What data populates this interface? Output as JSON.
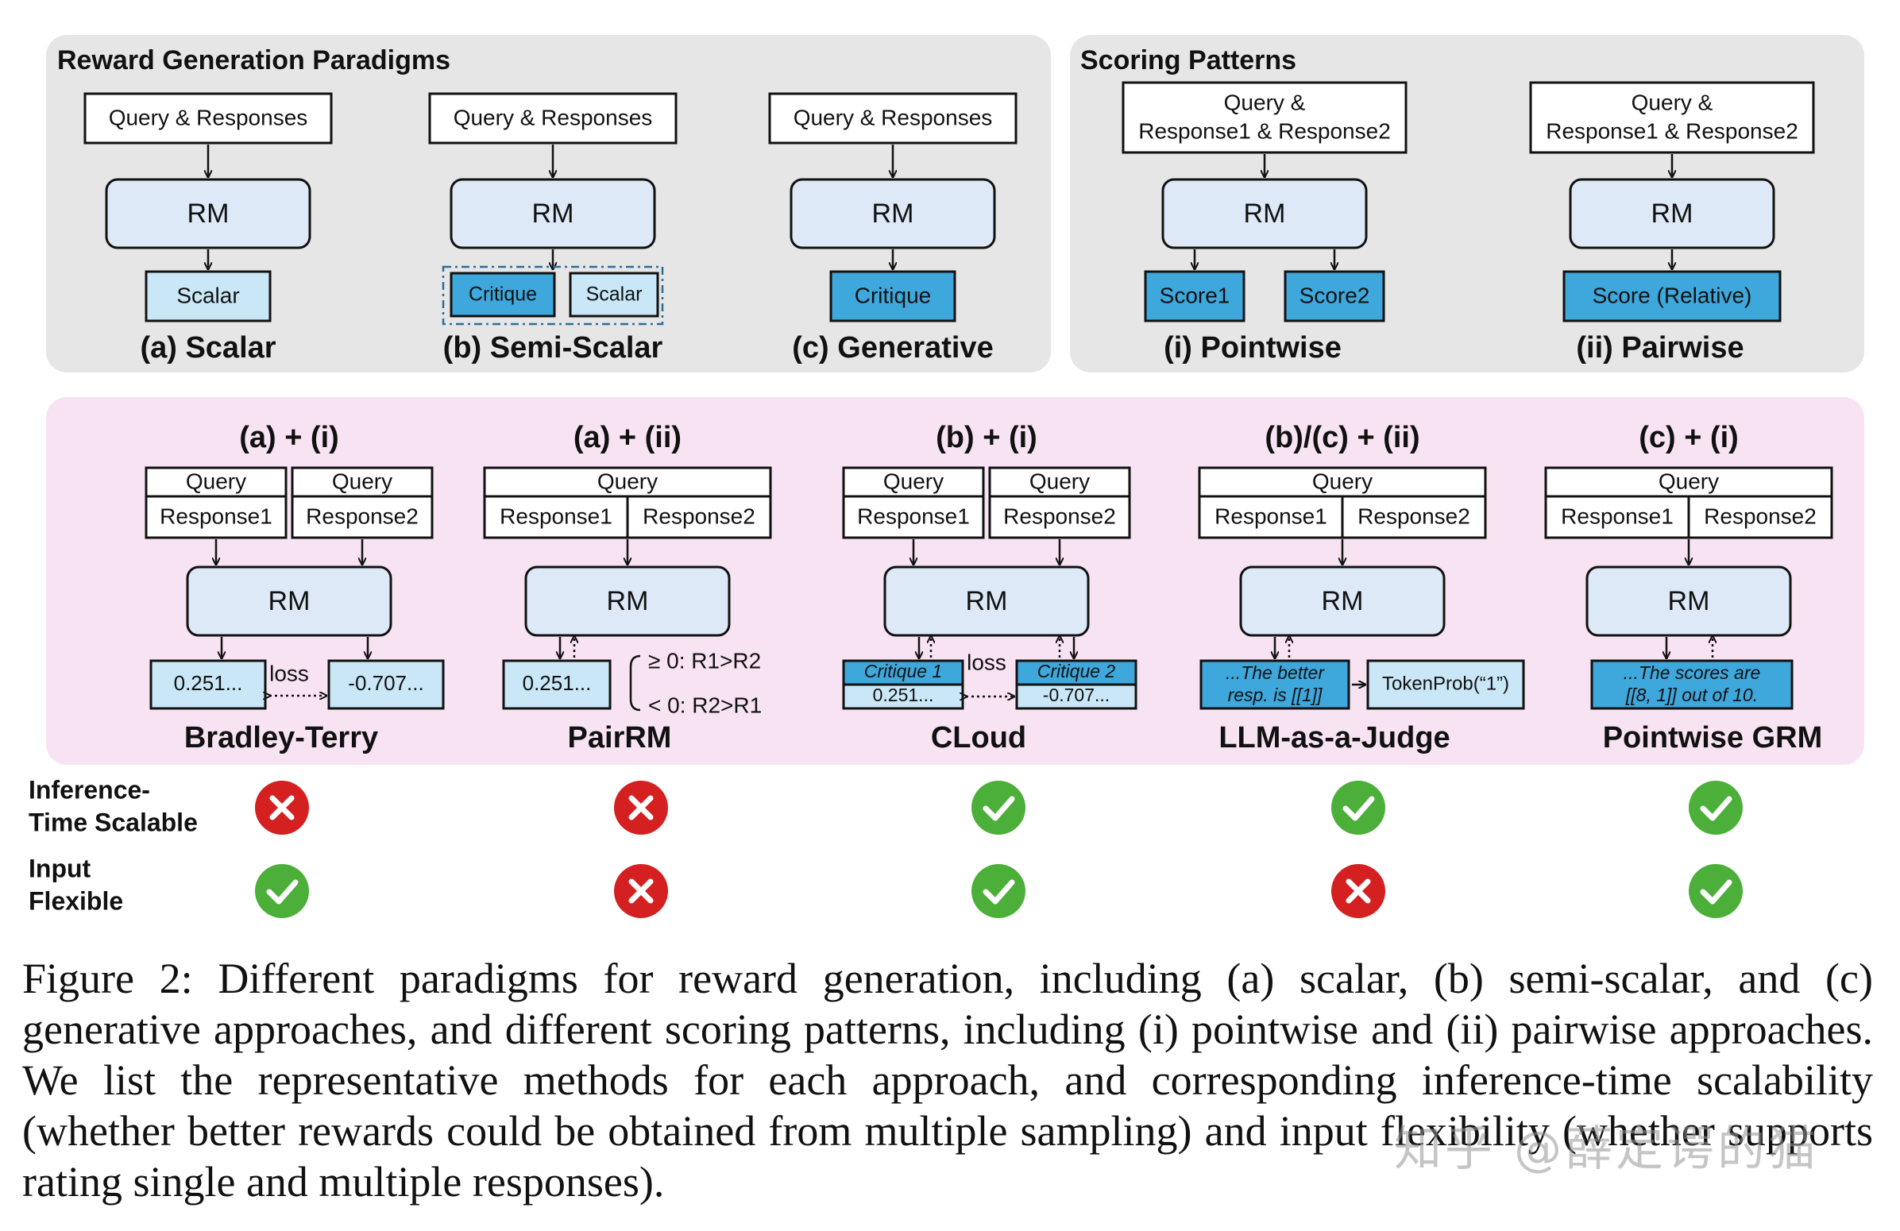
{
  "paradigms": {
    "title": "Reward Generation Paradigms",
    "items": [
      {
        "input": "Query & Responses",
        "rm": "RM",
        "outputs": [
          "Scalar"
        ],
        "label": "(a) Scalar"
      },
      {
        "input": "Query & Responses",
        "rm": "RM",
        "outputs": [
          "Critique",
          "Scalar"
        ],
        "label": "(b) Semi-Scalar"
      },
      {
        "input": "Query & Responses",
        "rm": "RM",
        "outputs": [
          "Critique"
        ],
        "label": "(c) Generative"
      }
    ]
  },
  "patterns": {
    "title": "Scoring Patterns",
    "items": [
      {
        "input_line1": "Query &",
        "input_line2": "Response1 & Response2",
        "rm": "RM",
        "outputs": [
          "Score1",
          "Score2"
        ],
        "label": "(i) Pointwise"
      },
      {
        "input_line1": "Query &",
        "input_line2": "Response1 & Response2",
        "rm": "RM",
        "outputs": [
          "Score (Relative)"
        ],
        "label": "(ii) Pairwise"
      }
    ]
  },
  "methods": [
    {
      "combo": "(a) + (i)",
      "query": [
        "Query",
        "Query"
      ],
      "responses": [
        "Response1",
        "Response2"
      ],
      "rm": "RM",
      "out1": "0.251...",
      "out2": "-0.707...",
      "mid": "loss",
      "name": "Bradley-Terry",
      "scalable": false,
      "flexible": true
    },
    {
      "combo": "(a) + (ii)",
      "query": [
        "Query"
      ],
      "responses": [
        "Response1",
        "Response2"
      ],
      "rm": "RM",
      "out1": "0.251...",
      "cond1": "≥ 0: R1>R2",
      "cond2": "< 0: R2>R1",
      "name": "PairRM",
      "scalable": false,
      "flexible": false
    },
    {
      "combo": "(b) + (i)",
      "query": [
        "Query",
        "Query"
      ],
      "responses": [
        "Response1",
        "Response2"
      ],
      "rm": "RM",
      "crit1": "Critique 1",
      "out1": "0.251...",
      "crit2": "Critique 2",
      "out2": "-0.707...",
      "mid": "loss",
      "name": "CLoud",
      "scalable": true,
      "flexible": true
    },
    {
      "combo": "(b)/(c) + (ii)",
      "query": [
        "Query"
      ],
      "responses": [
        "Response1",
        "Response2"
      ],
      "rm": "RM",
      "text1": "...The better",
      "text2": "resp. is [[1]]",
      "token": "TokenProb(“1”)",
      "name": "LLM-as-a-Judge",
      "scalable": true,
      "flexible": false
    },
    {
      "combo": "(c) + (i)",
      "query": [
        "Query"
      ],
      "responses": [
        "Response1",
        "Response2"
      ],
      "rm": "RM",
      "text1": "...The scores are",
      "text2": "[[8, 1]] out of 10.",
      "name": "Pointwise GRM",
      "scalable": true,
      "flexible": true
    }
  ],
  "rows": {
    "scalable_l1": "Inference-",
    "scalable_l2": "Time Scalable",
    "flexible_l1": "Input",
    "flexible_l2": "Flexible"
  },
  "caption": "Figure 2: Different paradigms for reward generation, including (a) scalar, (b) semi-scalar, and (c) generative approaches, and different scoring patterns, including (i) pointwise and (ii) pairwise approaches. We list the representative methods for each approach, and corresponding inference-time scalability (whether better rewards could be obtained from multiple sampling) and input flexibility (whether supports rating single and multiple responses).",
  "watermark": "知乎 @薛定谔的猫",
  "colors": {
    "panel_gray": "#e6e6e6",
    "panel_pink": "#f7e3f2",
    "rm_fill": "#dde9f7",
    "out_light": "#c9e7f7",
    "out_dark": "#3ea7dc",
    "yes": "#4caf3a",
    "no": "#d42020"
  }
}
